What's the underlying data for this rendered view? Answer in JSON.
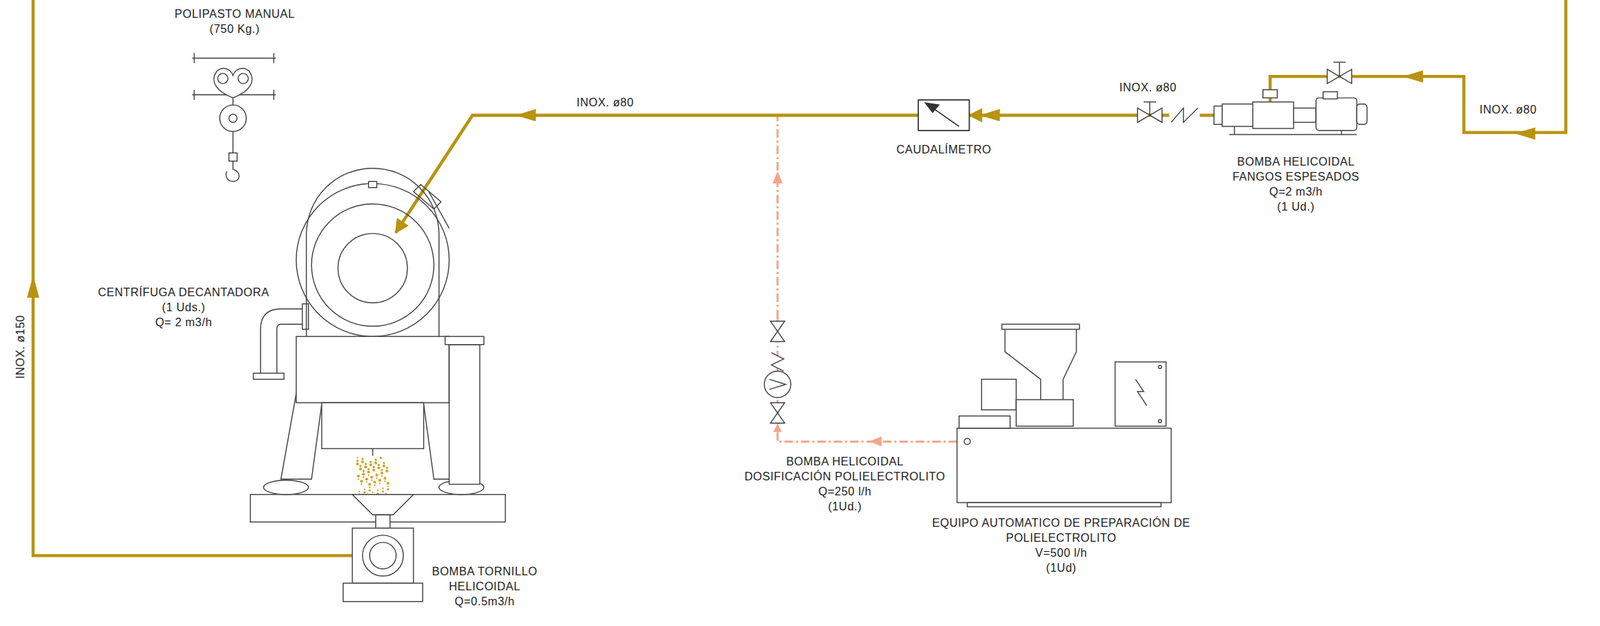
{
  "diagram": {
    "nodes": [
      {
        "text": [
          "POLIPASTO MANUAL (750 Kg.)"
        ]
      },
      {
        "text": [
          "CENTRÍFUGA DECANTADORA (1 Uds.) Q= 2 m3/h"
        ]
      },
      {
        "text": [
          "BOMBA TORNILLO HELICOIDAL Q=0.5m3/h"
        ]
      },
      {
        "text": [
          "BOMBA HELICOIDAL FANGOS ESPESADOS Q=2 m3/h (1 Ud.)"
        ]
      },
      {
        "text": [
          "CAUDALÍMETRO"
        ]
      },
      {
        "text": [
          "BOMBA HELICOIDAL DOSIFICACIÓN POLIELECTROLITO Q=250 l/h (1Ud.)"
        ]
      },
      {
        "text": [
          "EQUIPO AUTOMATICO DE PREPARACIÓN DE POLIELECTROLITO V=500 l/h (1Ud)"
        ]
      }
    ],
    "edges": [
      {
        "from": 6,
        "to": 5,
        "arrow": "to"
      },
      {
        "from": 5,
        "to": 1,
        "arrow": "to"
      },
      {
        "from": 3,
        "to": 4,
        "arrow": "to",
        "label": "INOX. ø80"
      },
      {
        "from": 4,
        "to": 1,
        "arrow": "to",
        "label": "INOX. ø80"
      }
    ],
    "labels": [
      "INOX. ø150",
      "INOX. ø80"
    ]
  }
}
